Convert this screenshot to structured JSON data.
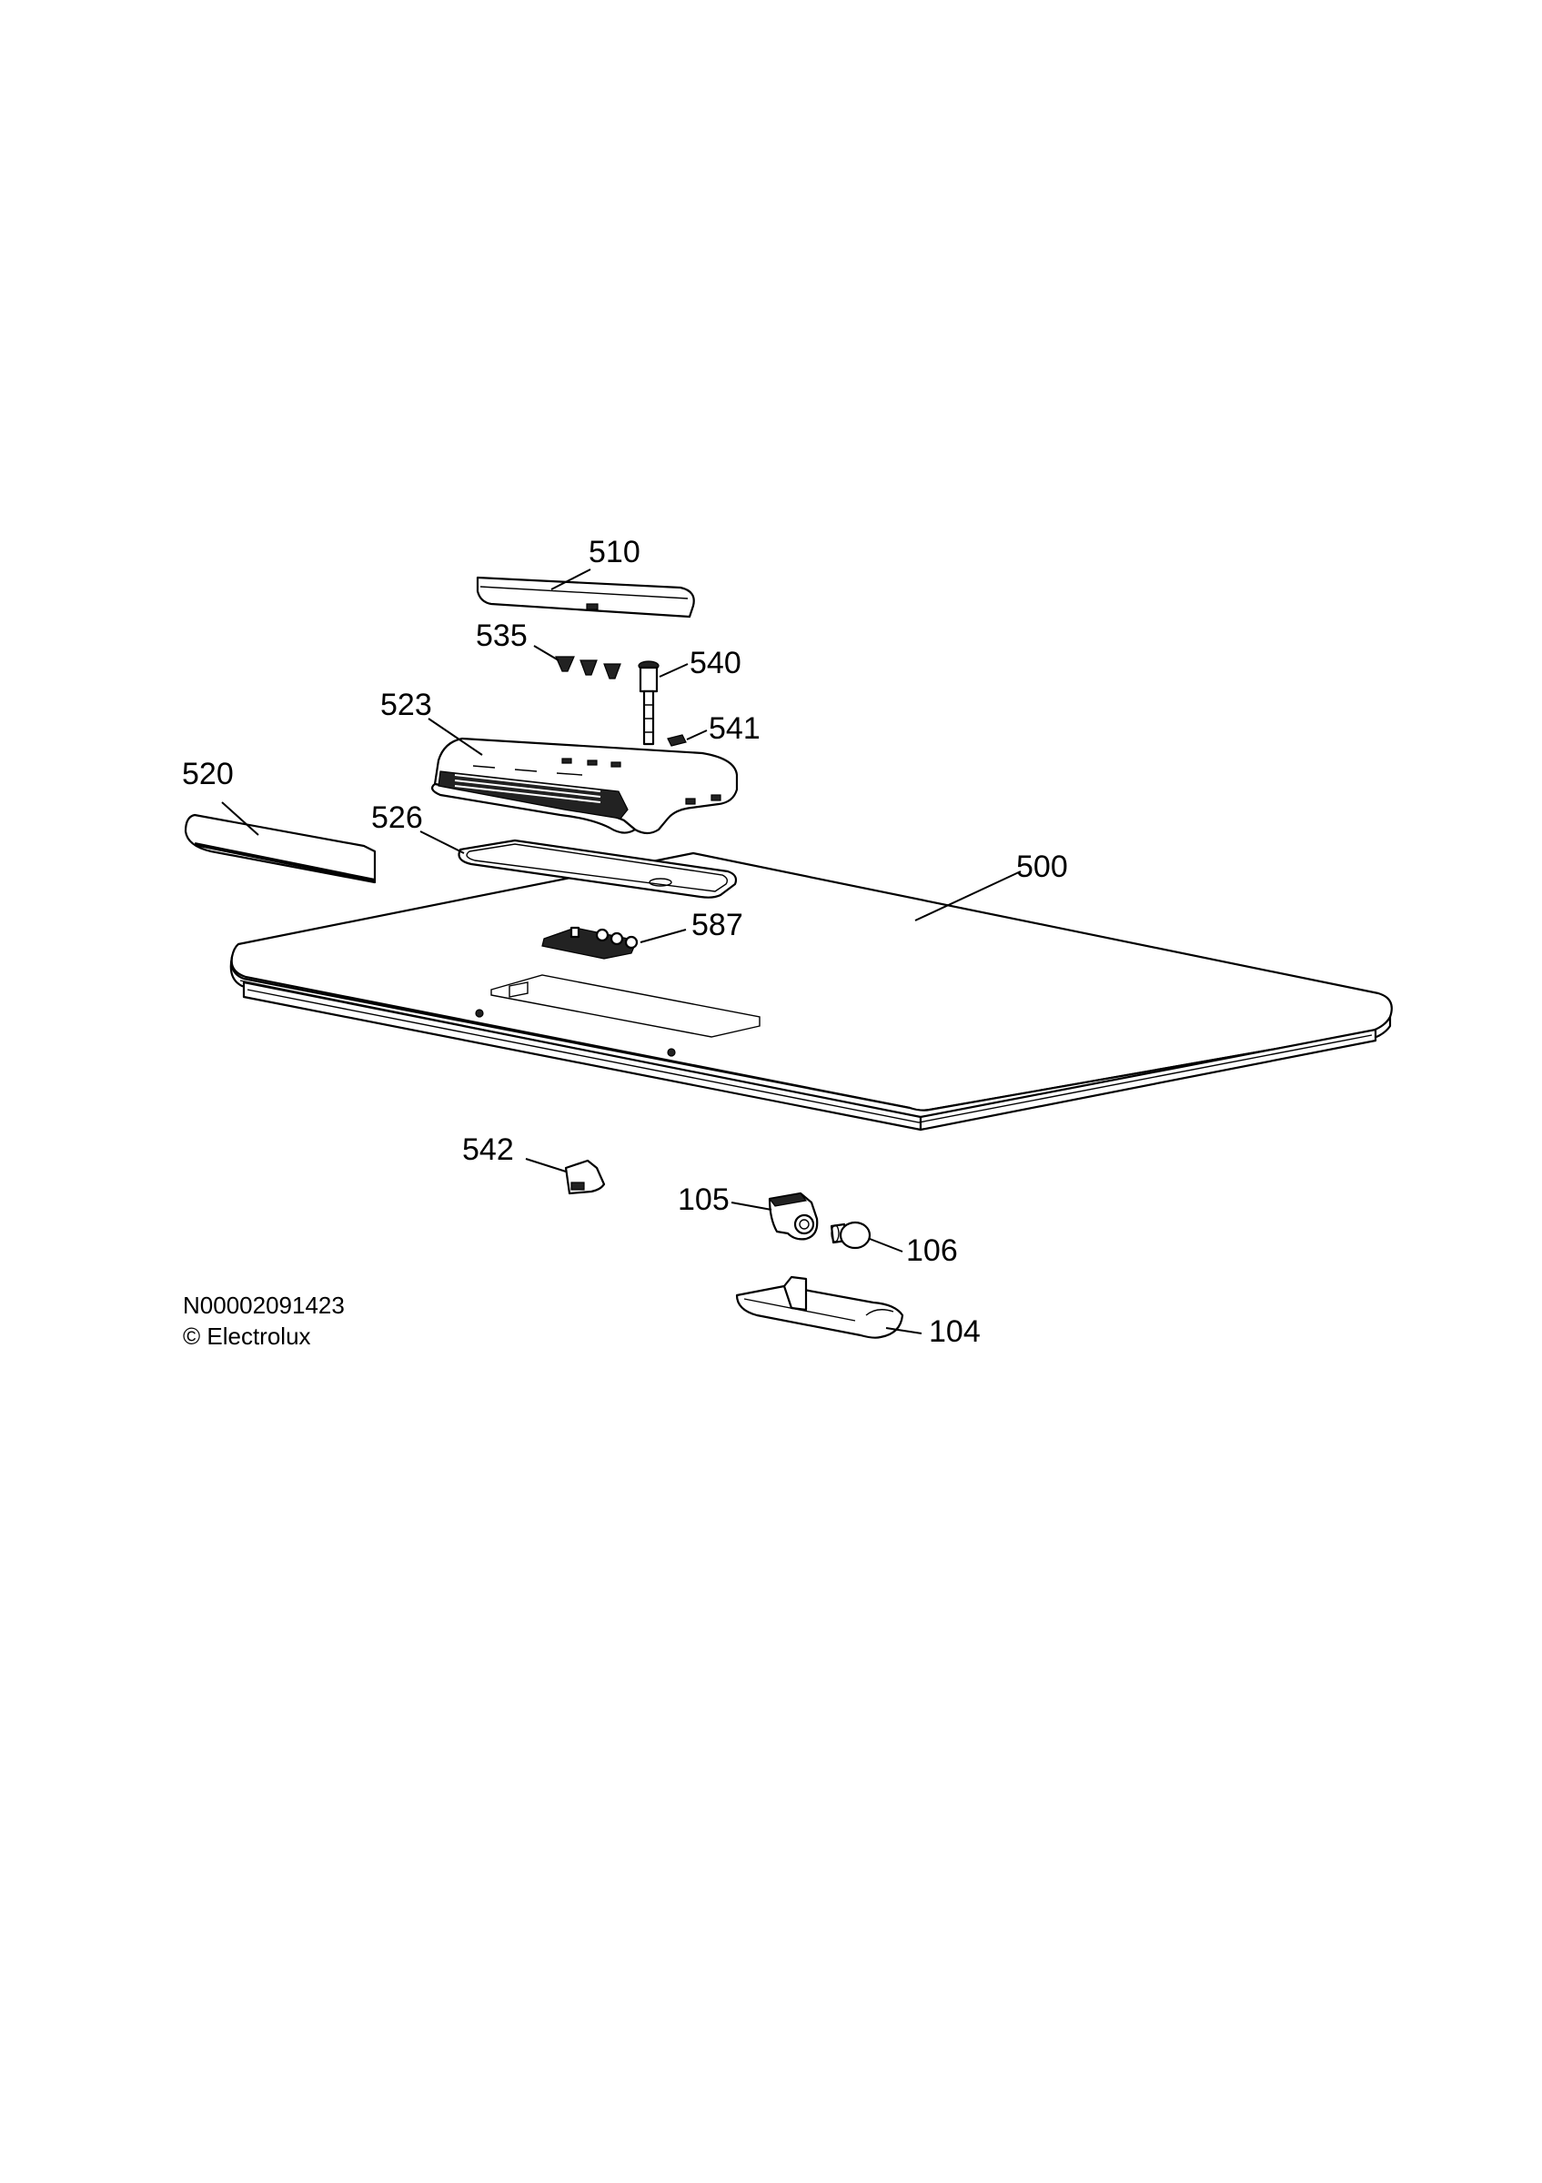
{
  "diagram": {
    "parts": [
      {
        "id": "p510",
        "label": "510",
        "name": "top-trim-strip"
      },
      {
        "id": "p535",
        "label": "535",
        "name": "screws"
      },
      {
        "id": "p540",
        "label": "540",
        "name": "shaft"
      },
      {
        "id": "p541",
        "label": "541",
        "name": "clip"
      },
      {
        "id": "p523",
        "label": "523",
        "name": "control-housing"
      },
      {
        "id": "p520",
        "label": "520",
        "name": "front-panel-strip"
      },
      {
        "id": "p526",
        "label": "526",
        "name": "gasket"
      },
      {
        "id": "p500",
        "label": "500",
        "name": "top-plate"
      },
      {
        "id": "p587",
        "label": "587",
        "name": "pcb-board"
      },
      {
        "id": "p542",
        "label": "542",
        "name": "cover-clip"
      },
      {
        "id": "p105",
        "label": "105",
        "name": "hinge-bracket"
      },
      {
        "id": "p106",
        "label": "106",
        "name": "hinge-pin"
      },
      {
        "id": "p104",
        "label": "104",
        "name": "hinge-cover"
      }
    ],
    "footer": {
      "code": "N00002091423",
      "copyright": "© Electrolux"
    }
  }
}
